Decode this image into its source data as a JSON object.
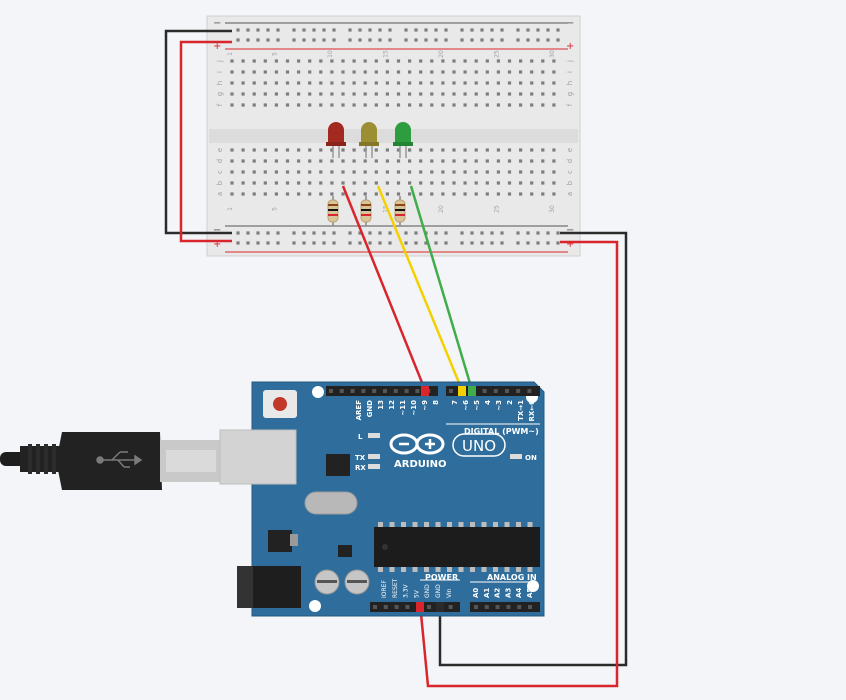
{
  "breadboard": {
    "rail_plus": "+",
    "rail_minus": "−",
    "row_letters_top": [
      "j",
      "i",
      "h",
      "g",
      "f"
    ],
    "row_letters_bottom": [
      "e",
      "d",
      "c",
      "b",
      "a"
    ],
    "column_numbers": [
      "1",
      "",
      "",
      "",
      "5",
      "",
      "",
      "",
      "",
      "10",
      "",
      "",
      "",
      "",
      "15",
      "",
      "",
      "",
      "",
      "20",
      "",
      "",
      "",
      "",
      "25",
      "",
      "",
      "",
      "",
      "30"
    ]
  },
  "leds": [
    {
      "name": "red-led",
      "color": "#a32a21"
    },
    {
      "name": "yellow-led",
      "color": "#9c8f33"
    },
    {
      "name": "green-led",
      "color": "#2e9d3f"
    }
  ],
  "wires": {
    "red": "#d8262c",
    "yellow": "#f4d000",
    "green": "#41ad4a",
    "black": "#2b2b2b"
  },
  "arduino": {
    "brand": "ARDUINO",
    "model": "UNO",
    "digital_label": "DIGITAL (PWM~)",
    "power_label": "POWER",
    "analog_label": "ANALOG IN",
    "led_L": "L",
    "led_TX": "TX",
    "led_RX": "RX",
    "led_ON": "ON",
    "digital_pins": [
      "AREF",
      "GND",
      "13",
      "12",
      "~11",
      "~10",
      "~9",
      "8",
      "7",
      "~6",
      "~5",
      "4",
      "~3",
      "2",
      "TX→1",
      "RX←0"
    ],
    "power_pins": [
      "IOREF",
      "RESET",
      "3.3V",
      "5V",
      "GND",
      "GND",
      "Vin"
    ],
    "analog_pins": [
      "A0",
      "A1",
      "A2",
      "A3",
      "A4",
      "A5"
    ],
    "board_color": "#2f6e9c"
  }
}
